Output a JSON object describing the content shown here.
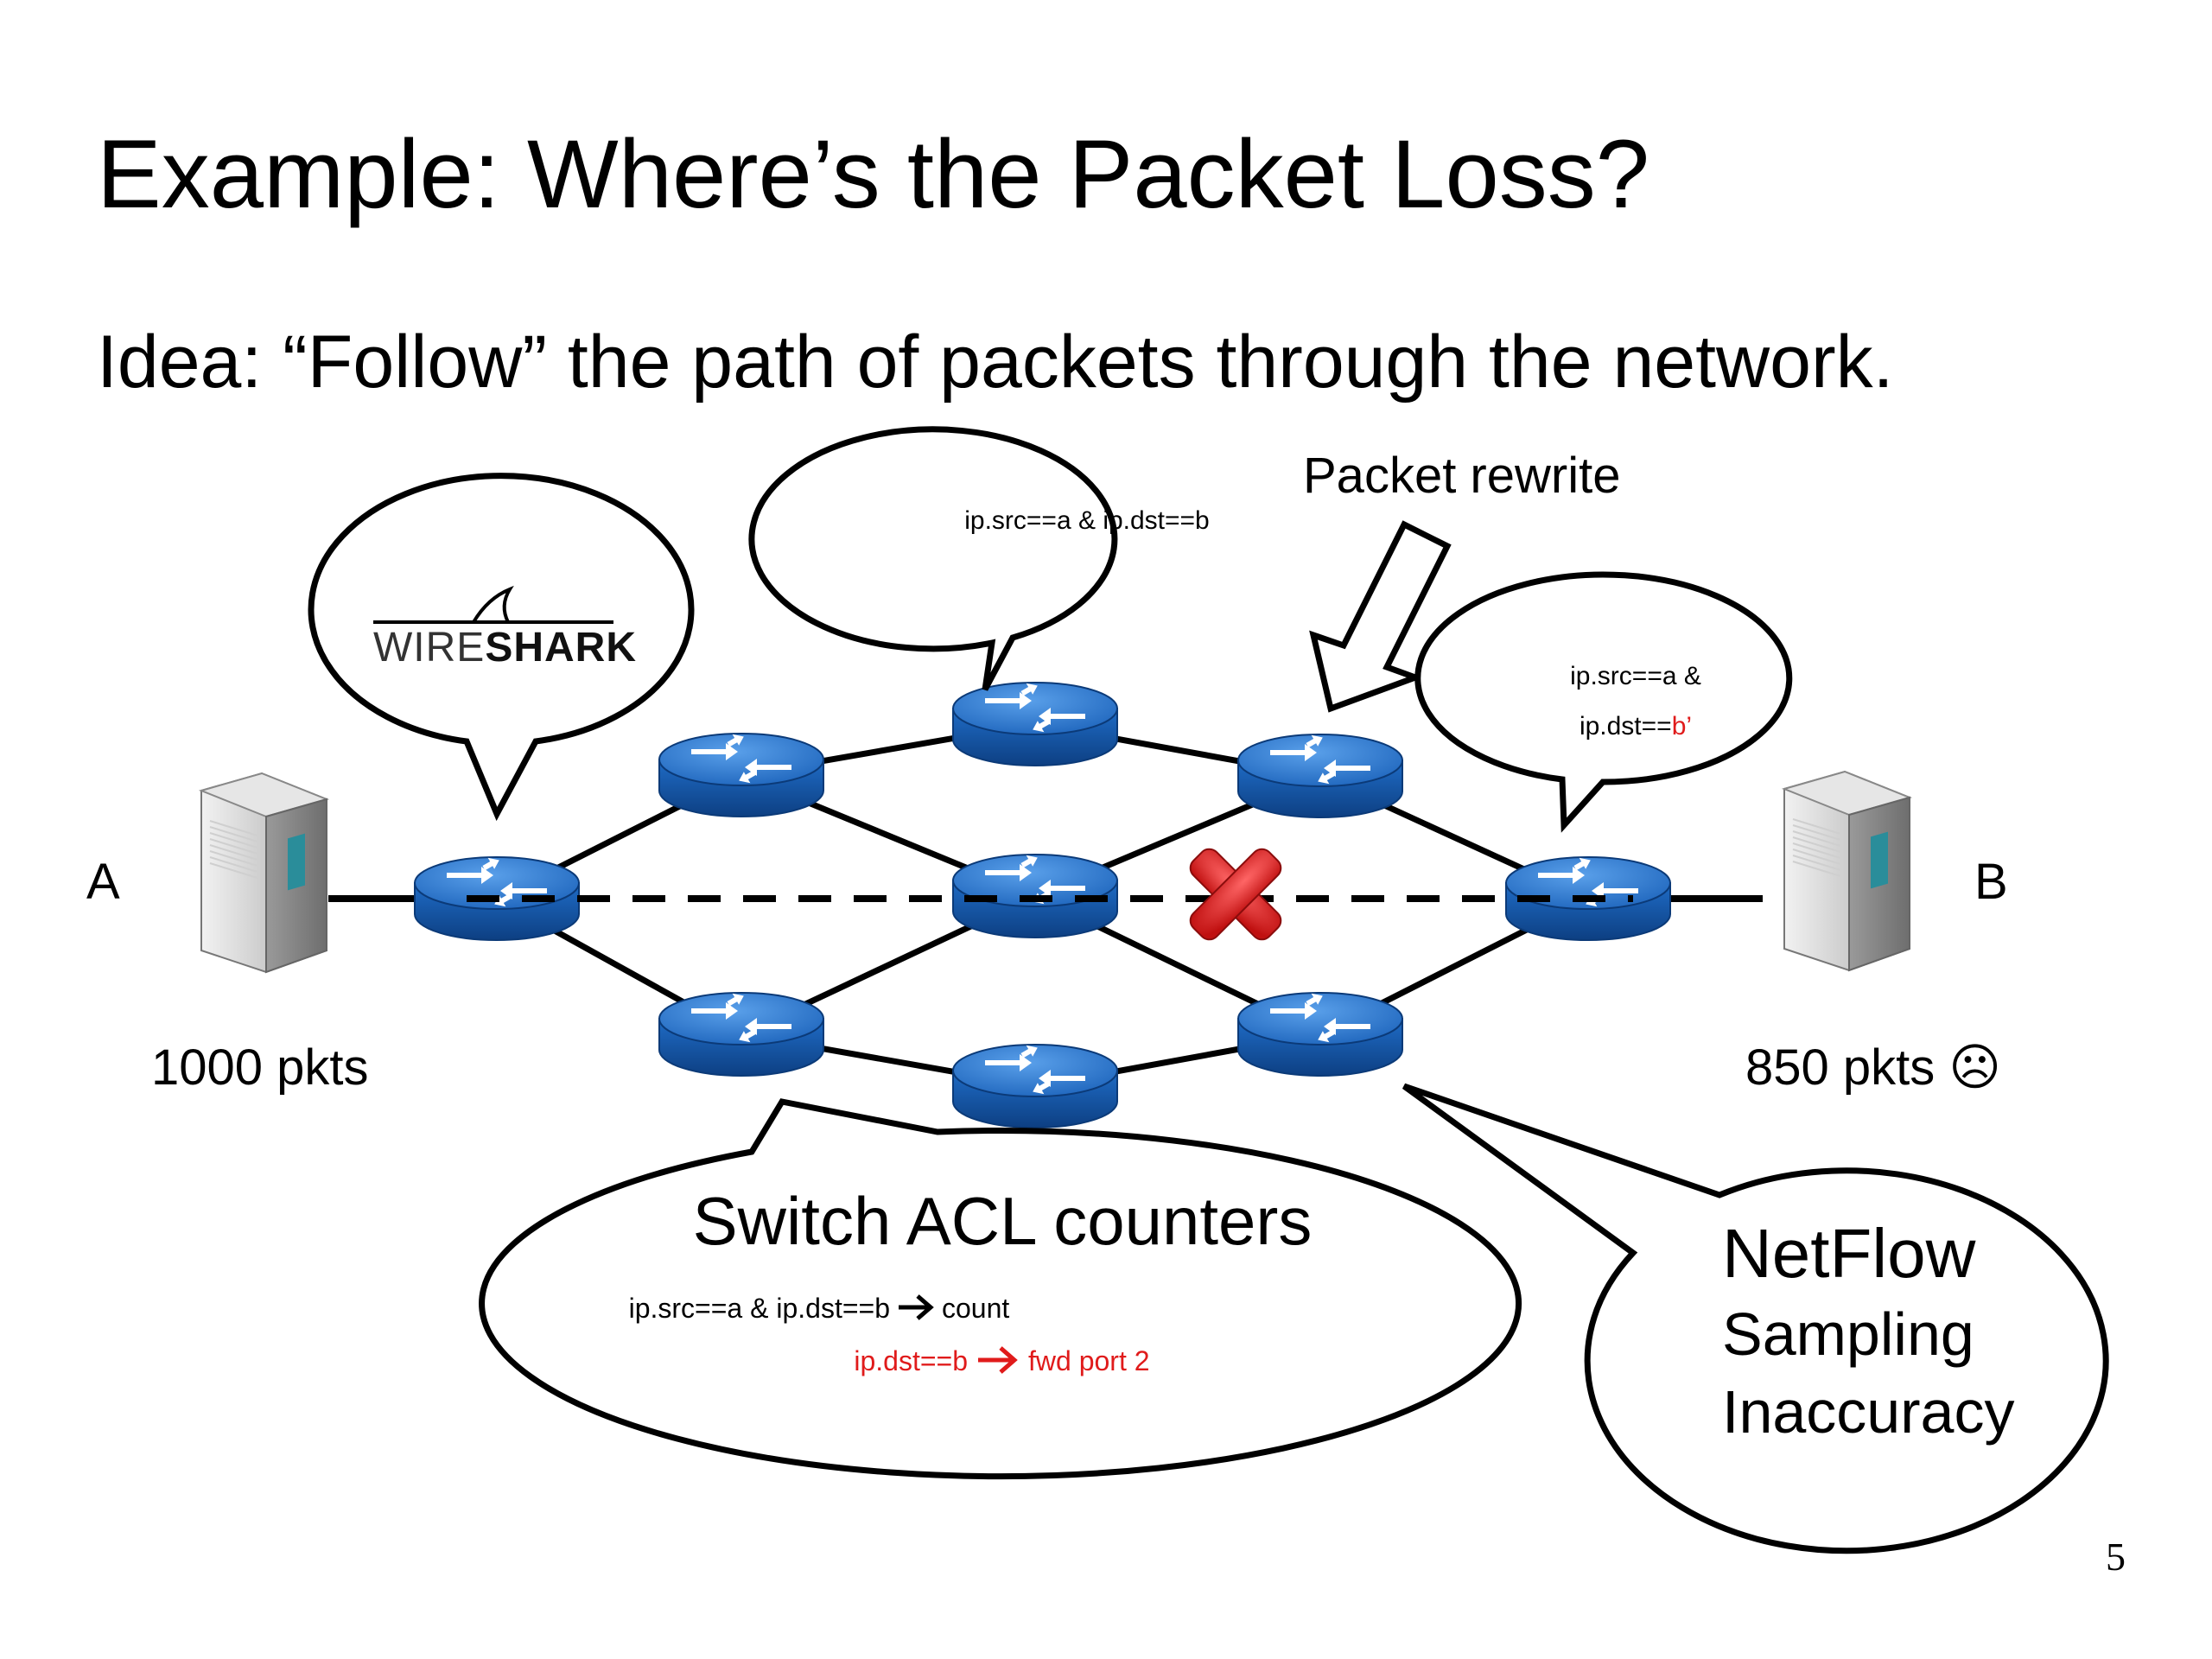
{
  "slide": {
    "title": "Example: Where’s the Packet Loss?",
    "idea": "Idea: “Follow” the path of packets through the network.",
    "page_number": "5"
  },
  "hosts": {
    "a_label": "A",
    "b_label": "B",
    "a_count": "1000 pkts",
    "b_count": "850 pkts ☹"
  },
  "callouts": {
    "wireshark_logo_light": "WIRE",
    "wireshark_logo_bold": "SHARK",
    "match_filter": "ip.src==a & ip.dst==b",
    "rewrite_label": "Packet rewrite",
    "rewritten_line1": "ip.src==a &",
    "rewritten_line2_prefix": "ip.dst==",
    "rewritten_line2_changed": "b’",
    "acl_title": "Switch ACL counters",
    "acl_rule1_match": "ip.src==a & ip.dst==b",
    "acl_rule1_action": "count",
    "acl_rule2_match": "ip.dst==b",
    "acl_rule2_action": "fwd port 2",
    "netflow_line1": "NetFlow",
    "netflow_line2": "Sampling",
    "netflow_line3": "Inaccuracy"
  },
  "colors": {
    "router_blue": "#1a5fb4",
    "router_top": "#2f7fd6",
    "changed_text": "#e01b1b",
    "loss_marker": "#d42020"
  }
}
